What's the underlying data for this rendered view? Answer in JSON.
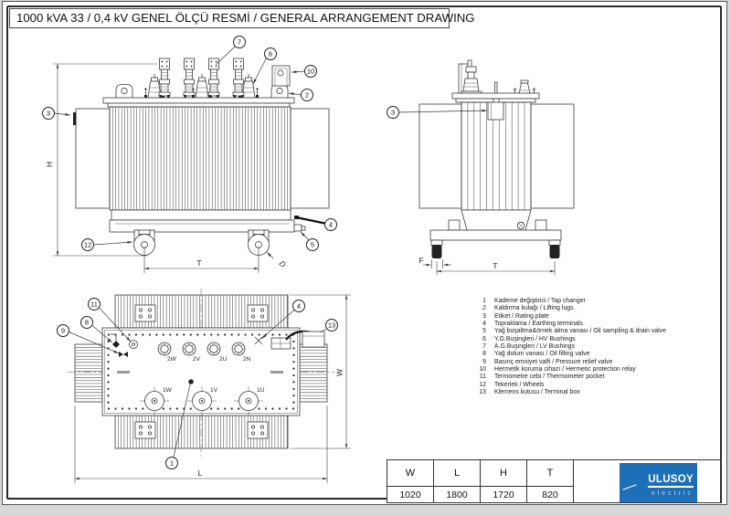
{
  "page": {
    "title": "1000 kVA 33 / 0,4 kV GENEL ÖLÇÜ RESMİ / GENERAL ARRANGEMENT DRAWING"
  },
  "parts_list": {
    "items": [
      {
        "no": "1",
        "label": "Kademe değiştirici / Tap changer"
      },
      {
        "no": "2",
        "label": "Kaldırma kulağı / Lifting lugs"
      },
      {
        "no": "3",
        "label": "Etiket / Rating plate"
      },
      {
        "no": "4",
        "label": "Topraklama / Earthing terminals"
      },
      {
        "no": "5",
        "label": "Yağ boşaltma&örnek alma vanası / Oil sampling & drain valve"
      },
      {
        "no": "6",
        "label": "Y.G.Buşingleri / HV Bushings"
      },
      {
        "no": "7",
        "label": "A.G.Buşingleri / LV Bushings"
      },
      {
        "no": "8",
        "label": "Yağ dolum vanası / Oil filling valve"
      },
      {
        "no": "9",
        "label": "Basınç emniyet valfi / Pressure relief valve"
      },
      {
        "no": "10",
        "label": "Hermetik koruma cihazı / Hermetic protection relay"
      },
      {
        "no": "11",
        "label": "Termometre cebi / Thermometer pocket"
      },
      {
        "no": "12",
        "label": "Tekerlek / Wheels"
      },
      {
        "no": "13",
        "label": "Klemens kutusu / Terminal box"
      }
    ]
  },
  "dim_table": {
    "headers": [
      "W",
      "L",
      "H",
      "T"
    ],
    "values": [
      "1020",
      "1800",
      "1720",
      "820"
    ]
  },
  "logo": {
    "brand": "ULUSOY",
    "sub": "electric",
    "bg_color": "#1d6fb8"
  },
  "labels": {
    "h": "H",
    "t_front": "T",
    "d": "D",
    "f": "F",
    "t_side": "T",
    "w": "W",
    "l": "L",
    "lv_bushings": [
      "2W",
      "2V",
      "2U",
      "2N"
    ],
    "hv_bushings": [
      "1W",
      "1V",
      "1U"
    ]
  },
  "balloons": {
    "front": [
      "7",
      "6",
      "10",
      "2",
      "3",
      "12",
      "5",
      "4"
    ],
    "side": [
      "3"
    ],
    "top": [
      "11",
      "8",
      "9",
      "4",
      "13",
      "1"
    ]
  }
}
